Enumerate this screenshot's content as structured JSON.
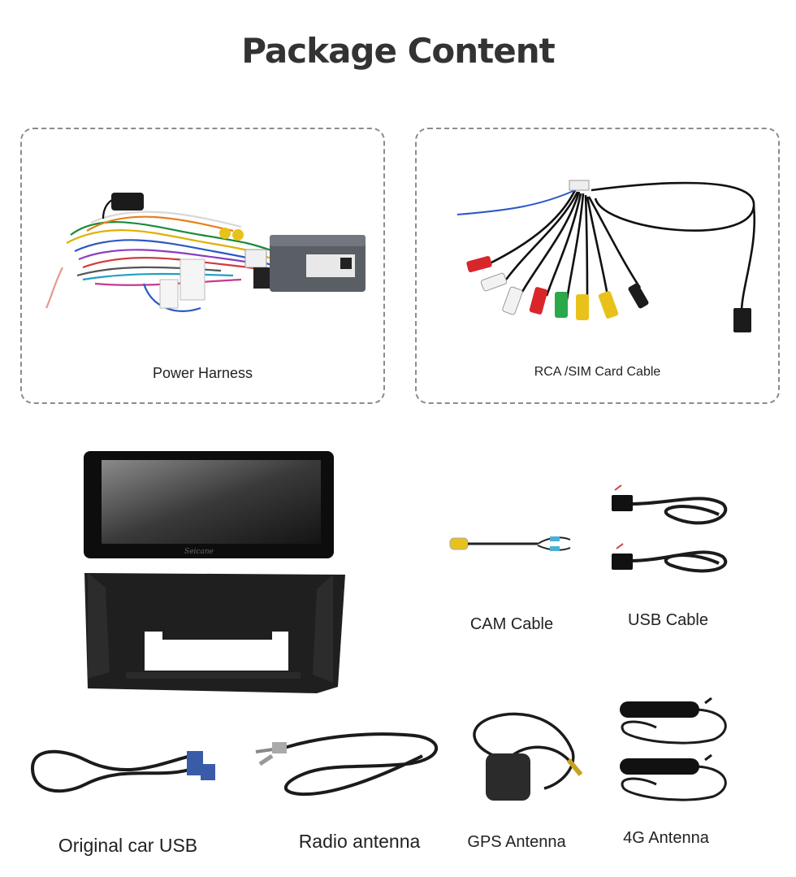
{
  "page": {
    "title": "Package Content"
  },
  "items": {
    "power_harness": {
      "label": "Power Harness"
    },
    "rca_sim_cable": {
      "label": "RCA /SIM Card Cable"
    },
    "screen_unit": {
      "brand": "Seicane"
    },
    "cam_cable": {
      "label": "CAM Cable"
    },
    "usb_cable": {
      "label": "USB Cable"
    },
    "original_car_usb": {
      "label": "Original car USB"
    },
    "radio_antenna": {
      "label": "Radio antenna"
    },
    "gps_antenna": {
      "label": "GPS Antenna"
    },
    "antenna_4g": {
      "label": "4G Antenna"
    }
  },
  "colors": {
    "title": "#333333",
    "dashed_border": "#8c8c8c",
    "rca_red": "#d9262b",
    "rca_white": "#f2f2f2",
    "rca_yellow": "#e8c21a",
    "rca_green": "#2aa84a"
  }
}
